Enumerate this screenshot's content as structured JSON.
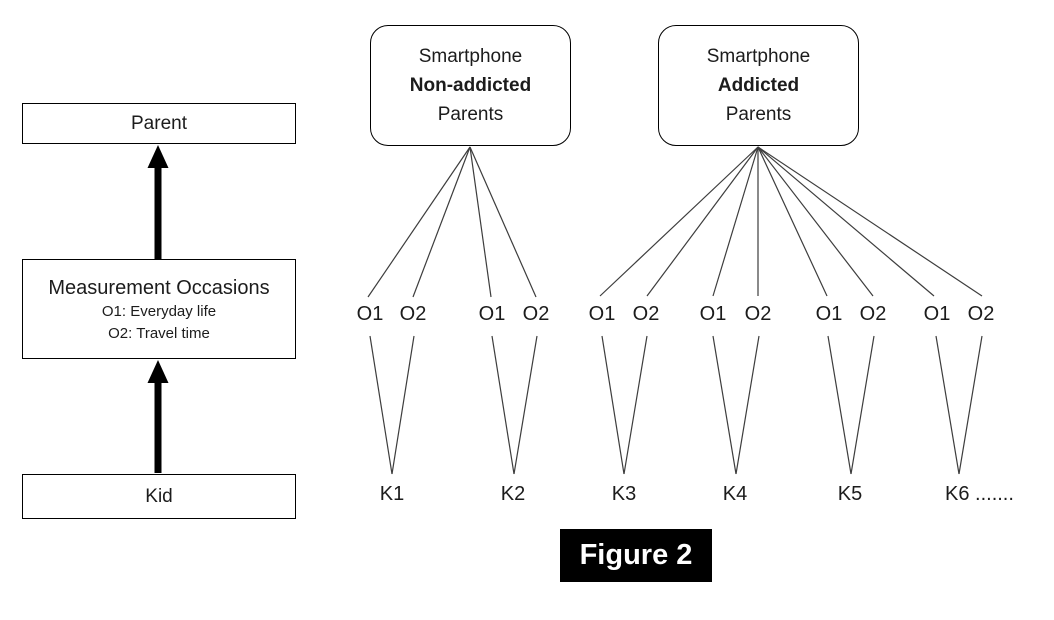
{
  "figure": {
    "caption": "Figure 2"
  },
  "left_panel": {
    "parent_box": "Parent",
    "measurement_box": {
      "title": "Measurement Occasions",
      "line1": "O1: Everyday life",
      "line2": "O2: Travel time"
    },
    "kid_box": "Kid"
  },
  "clusters": [
    {
      "box": {
        "line1": "Smartphone",
        "line2": "Non-addicted",
        "line3": "Parents"
      },
      "kids": [
        {
          "label": "K1",
          "o1": "O1",
          "o2": "O2"
        },
        {
          "label": "K2",
          "o1": "O1",
          "o2": "O2"
        }
      ]
    },
    {
      "box": {
        "line1": "Smartphone",
        "line2": "Addicted",
        "line3": "Parents"
      },
      "kids": [
        {
          "label": "K3",
          "o1": "O1",
          "o2": "O2"
        },
        {
          "label": "K4",
          "o1": "O1",
          "o2": "O2"
        },
        {
          "label": "K5",
          "o1": "O1",
          "o2": "O2"
        },
        {
          "label": "K6 .......",
          "o1": "O1",
          "o2": "O2"
        }
      ]
    }
  ],
  "colors": {
    "line": "#3d3d3d",
    "border": "#000000",
    "ink": "#1c1c1c",
    "caption_bg": "#000000",
    "caption_fg": "#ffffff",
    "background": "#ffffff"
  }
}
